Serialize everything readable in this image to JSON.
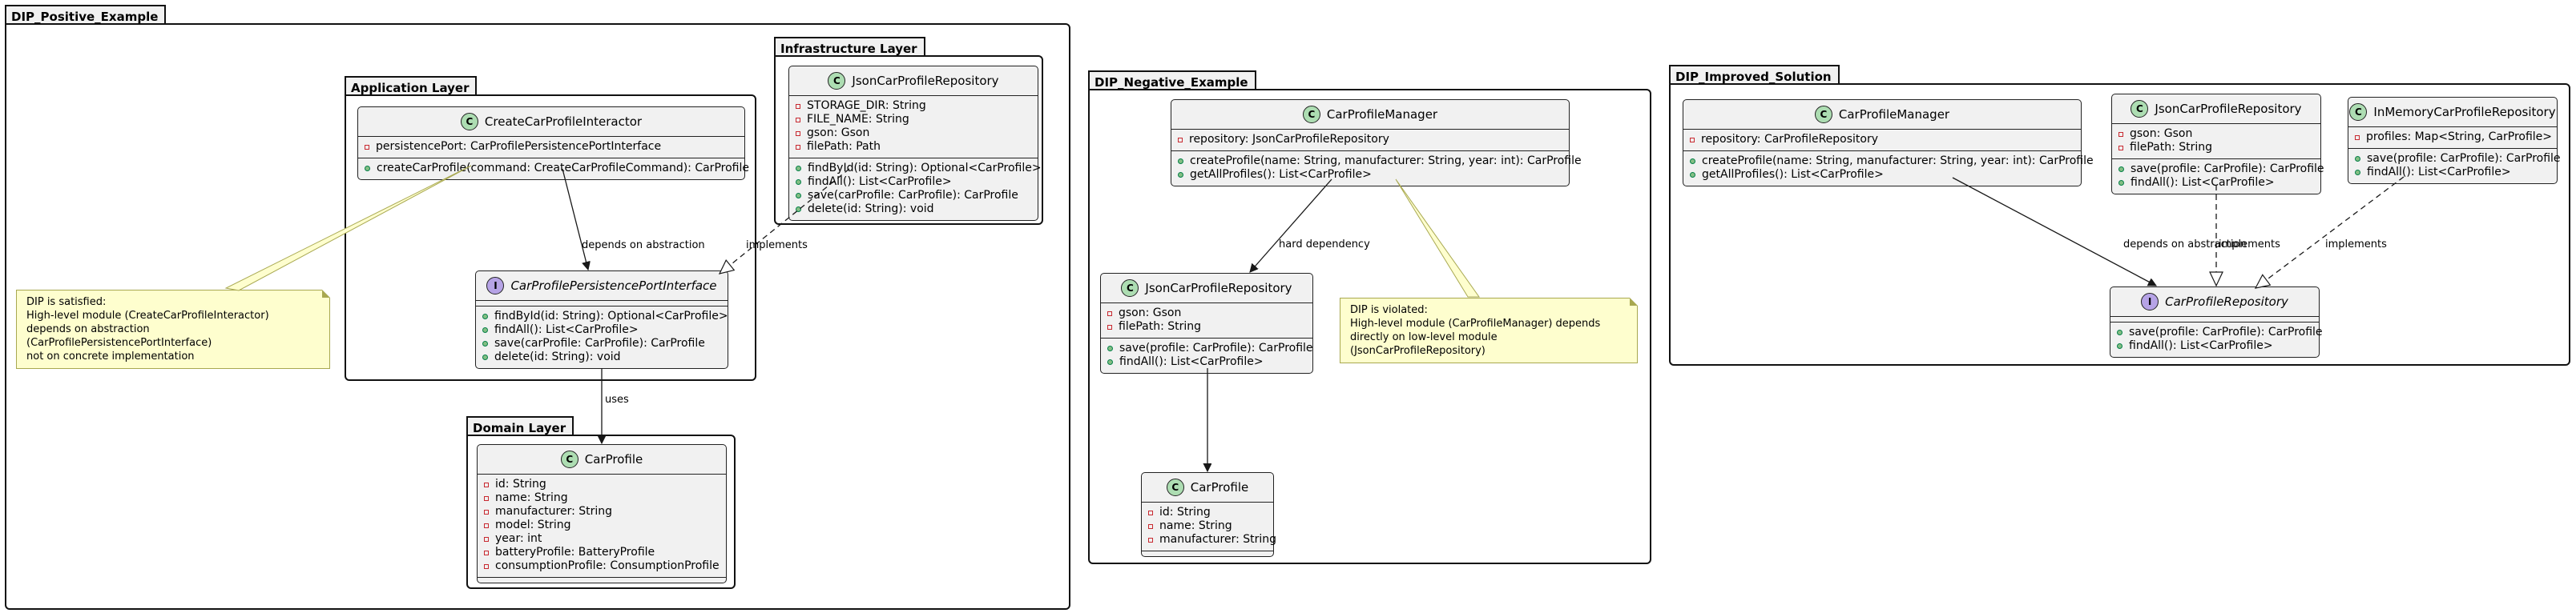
{
  "packages": {
    "positive": "DIP_Positive_Example",
    "application": "Application Layer",
    "infrastructure": "Infrastructure Layer",
    "domain": "Domain Layer",
    "negative": "DIP_Negative_Example",
    "improved": "DIP_Improved_Solution"
  },
  "classes": {
    "interactor": {
      "name": "CreateCarProfileInteractor",
      "kind": "C",
      "attrs": [
        "persistencePort: CarProfilePersistencePortInterface"
      ],
      "methods": [
        "createCarProfile(command: CreateCarProfileCommand): CarProfile"
      ]
    },
    "port": {
      "name": "CarProfilePersistencePortInterface",
      "kind": "I",
      "attrs": [],
      "methods": [
        "findById(id: String): Optional<CarProfile>",
        "findAll(): List<CarProfile>",
        "save(carProfile: CarProfile): CarProfile",
        "delete(id: String): void"
      ]
    },
    "infra_repo": {
      "name": "JsonCarProfileRepository",
      "kind": "C",
      "attrs": [
        "STORAGE_DIR: String",
        "FILE_NAME: String",
        "gson: Gson",
        "filePath: Path"
      ],
      "methods": [
        "findById(id: String): Optional<CarProfile>",
        "findAll(): List<CarProfile>",
        "save(carProfile: CarProfile): CarProfile",
        "delete(id: String): void"
      ]
    },
    "domain_profile": {
      "name": "CarProfile",
      "kind": "C",
      "attrs": [
        "id: String",
        "name: String",
        "manufacturer: String",
        "model: String",
        "year: int",
        "batteryProfile: BatteryProfile",
        "consumptionProfile: ConsumptionProfile"
      ],
      "methods": []
    },
    "neg_manager": {
      "name": "CarProfileManager",
      "kind": "C",
      "attrs": [
        "repository: JsonCarProfileRepository"
      ],
      "methods": [
        "createProfile(name: String, manufacturer: String, year: int): CarProfile",
        "getAllProfiles(): List<CarProfile>"
      ]
    },
    "neg_repo": {
      "name": "JsonCarProfileRepository",
      "kind": "C",
      "attrs": [
        "gson: Gson",
        "filePath: String"
      ],
      "methods": [
        "save(profile: CarProfile): CarProfile",
        "findAll(): List<CarProfile>"
      ]
    },
    "neg_profile": {
      "name": "CarProfile",
      "kind": "C",
      "attrs": [
        "id: String",
        "name: String",
        "manufacturer: String"
      ],
      "methods": []
    },
    "imp_manager": {
      "name": "CarProfileManager",
      "kind": "C",
      "attrs": [
        "repository: CarProfileRepository"
      ],
      "methods": [
        "createProfile(name: String, manufacturer: String, year: int): CarProfile",
        "getAllProfiles(): List<CarProfile>"
      ]
    },
    "imp_json": {
      "name": "JsonCarProfileRepository",
      "kind": "C",
      "attrs": [
        "gson: Gson",
        "filePath: String"
      ],
      "methods": [
        "save(profile: CarProfile): CarProfile",
        "findAll(): List<CarProfile>"
      ]
    },
    "imp_mem": {
      "name": "InMemoryCarProfileRepository",
      "kind": "C",
      "attrs": [
        "profiles: Map<String, CarProfile>"
      ],
      "methods": [
        "save(profile: CarProfile): CarProfile",
        "findAll(): List<CarProfile>"
      ]
    },
    "imp_iface": {
      "name": "CarProfileRepository",
      "kind": "I",
      "attrs": [],
      "methods": [
        "save(profile: CarProfile): CarProfile",
        "findAll(): List<CarProfile>"
      ]
    }
  },
  "notes": {
    "satisfied": [
      "DIP is satisfied:",
      "High-level module (CreateCarProfileInteractor)",
      "depends on abstraction (CarProfilePersistencePortInterface)",
      "not on concrete implementation"
    ],
    "violated": [
      "DIP is violated:",
      "High-level module (CarProfileManager) depends",
      "directly on low-level module (JsonCarProfileRepository)"
    ]
  },
  "edge_labels": {
    "depends_abstraction": "depends on abstraction",
    "implements": "implements",
    "uses": "uses",
    "hard_dependency": "hard dependency",
    "implements_json": "implements",
    "implements_mem": "implements",
    "depends_abstraction_improved": "depends on abstraction"
  },
  "colors": {
    "class_fill": "#f1f1f1",
    "class_badge": "#adddb2",
    "interface_badge": "#b6a3e6",
    "note_fill": "#fefece",
    "private_marker": "#c82930",
    "public_marker": "#84be84"
  }
}
